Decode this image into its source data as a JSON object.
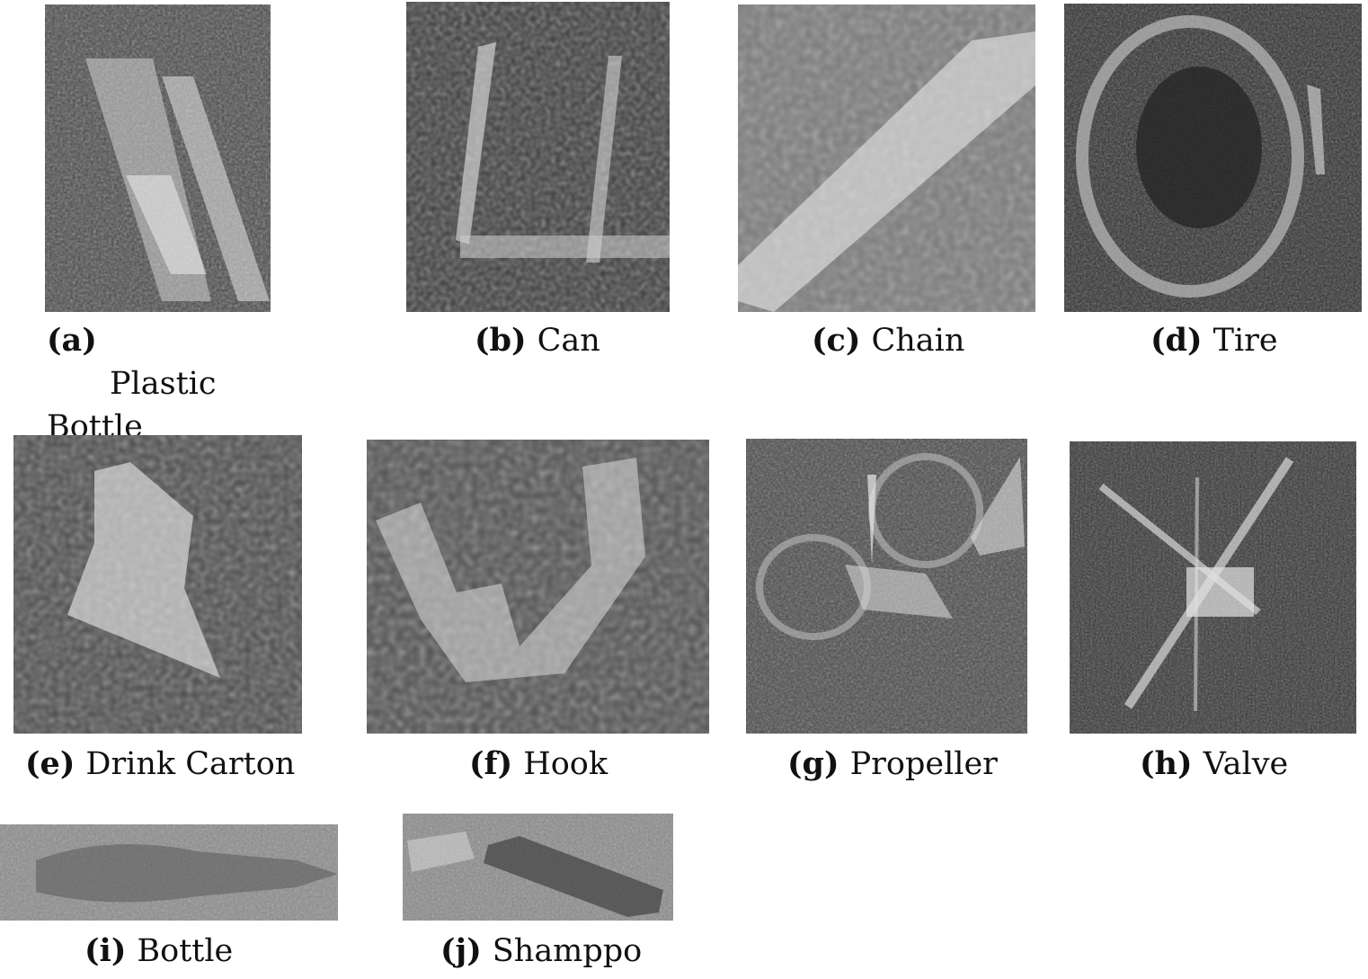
{
  "figure": {
    "panels": [
      {
        "id": "a",
        "label": "(a)",
        "caption": "Plastic Bottle",
        "icon": "sonar-plastic-bottle"
      },
      {
        "id": "b",
        "label": "(b)",
        "caption": "Can",
        "icon": "sonar-can"
      },
      {
        "id": "c",
        "label": "(c)",
        "caption": "Chain",
        "icon": "sonar-chain"
      },
      {
        "id": "d",
        "label": "(d)",
        "caption": "Tire",
        "icon": "sonar-tire"
      },
      {
        "id": "e",
        "label": "(e)",
        "caption": "Drink Carton",
        "icon": "sonar-drink-carton"
      },
      {
        "id": "f",
        "label": "(f)",
        "caption": "Hook",
        "icon": "sonar-hook"
      },
      {
        "id": "g",
        "label": "(g)",
        "caption": "Propeller",
        "icon": "sonar-propeller"
      },
      {
        "id": "h",
        "label": "(h)",
        "caption": "Valve",
        "icon": "sonar-valve"
      },
      {
        "id": "i",
        "label": "(i)",
        "caption": "Bottle",
        "icon": "sonar-bottle"
      },
      {
        "id": "j",
        "label": "(j)",
        "caption": "Shamppo",
        "icon": "sonar-shampoo"
      }
    ]
  }
}
